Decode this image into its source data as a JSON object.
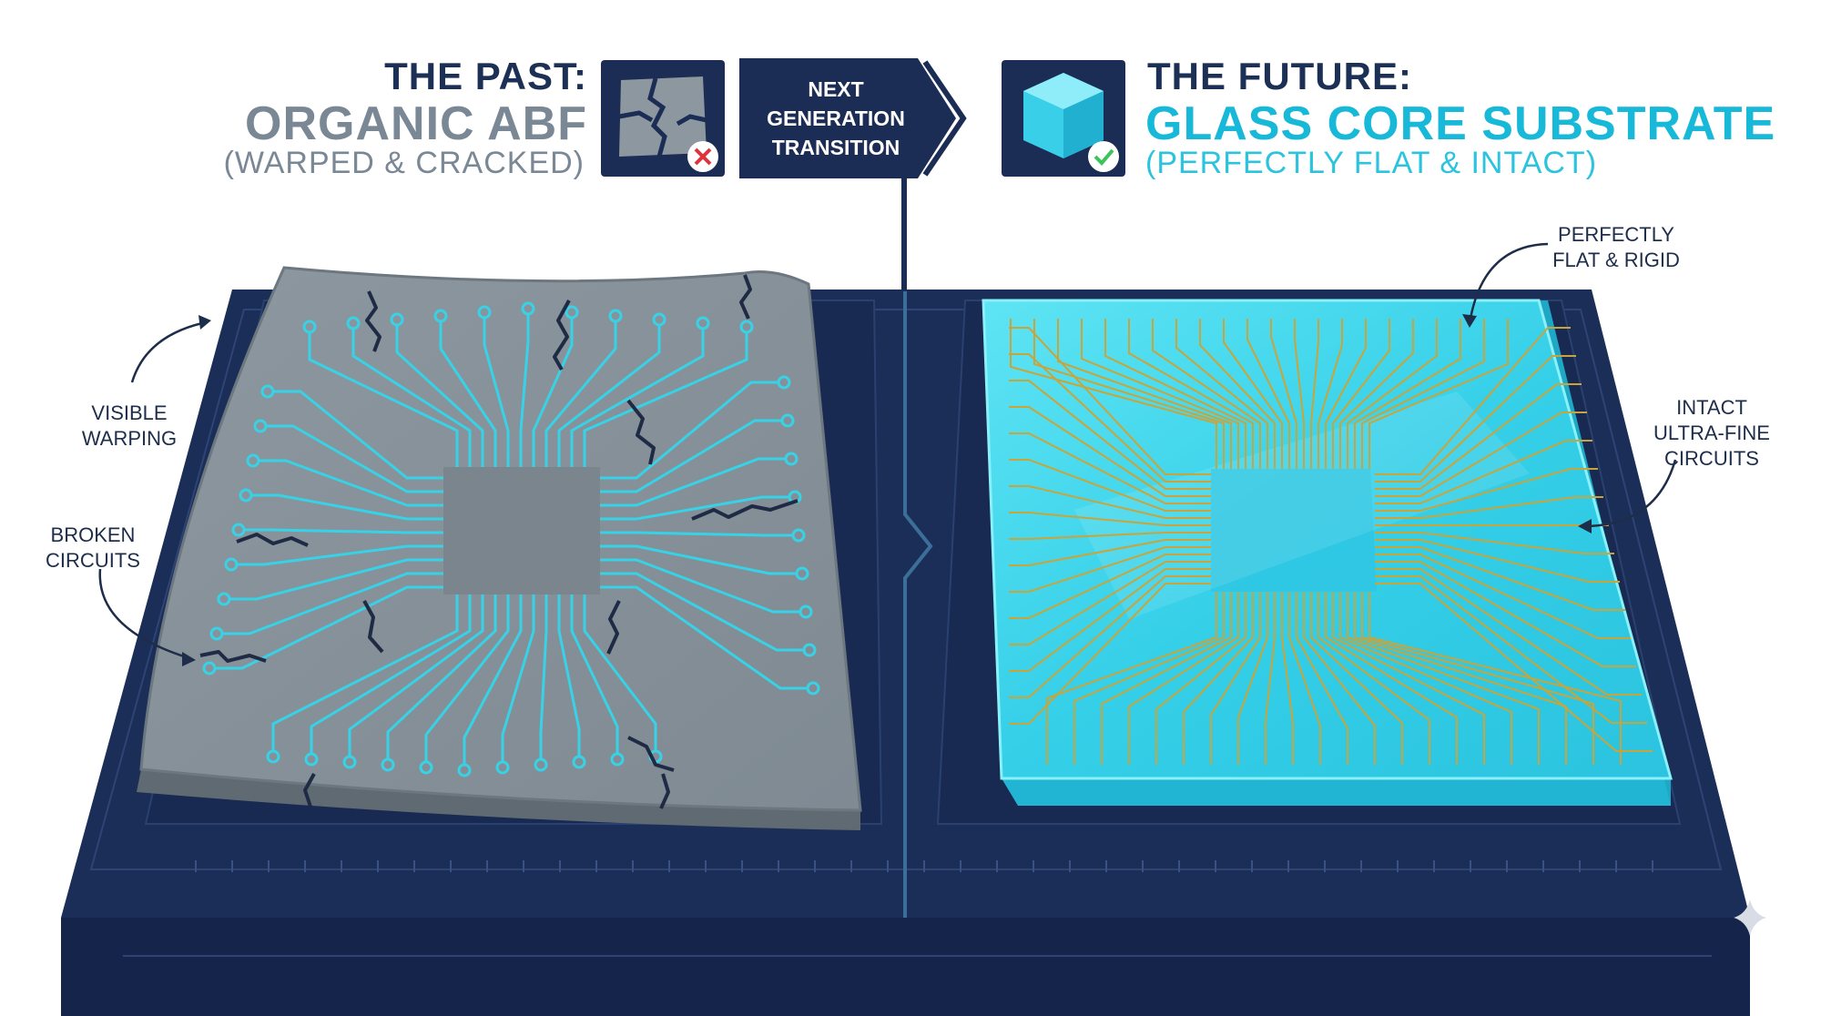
{
  "past": {
    "heading": "THE PAST:",
    "title": "ORGANIC ABF",
    "subtitle": "(WARPED & CRACKED)"
  },
  "transition": {
    "line1": "NEXT",
    "line2": "GENERATION",
    "line3": "TRANSITION"
  },
  "future": {
    "heading": "THE FUTURE:",
    "title": "GLASS CORE SUBSTRATE",
    "subtitle": "(PERFECTLY FLAT & INTACT)"
  },
  "callouts": {
    "visible_warping": [
      "VISIBLE",
      "WARPING"
    ],
    "broken_circuits": [
      "BROKEN",
      "CIRCUITS"
    ],
    "flat_rigid": [
      "PERFECTLY",
      "FLAT & RIGID"
    ],
    "intact_circuits": [
      "INTACT",
      "ULTRA-FINE",
      "CIRCUITS"
    ]
  },
  "icons": {
    "past_badge": "cracked-tile-icon",
    "past_status": "x-mark-icon",
    "future_badge": "glass-cube-icon",
    "future_status": "check-mark-icon",
    "corner": "sparkle-icon"
  },
  "colors": {
    "navy": "#1c2d55",
    "platform": "#1a2d55",
    "organic_gray": "#8a949c",
    "glass_cyan": "#3cd4ec",
    "trace_cyan": "#38d2e6",
    "trace_gold": "#c9a43a",
    "error_red": "#e0323c",
    "ok_green": "#3bc45a"
  }
}
